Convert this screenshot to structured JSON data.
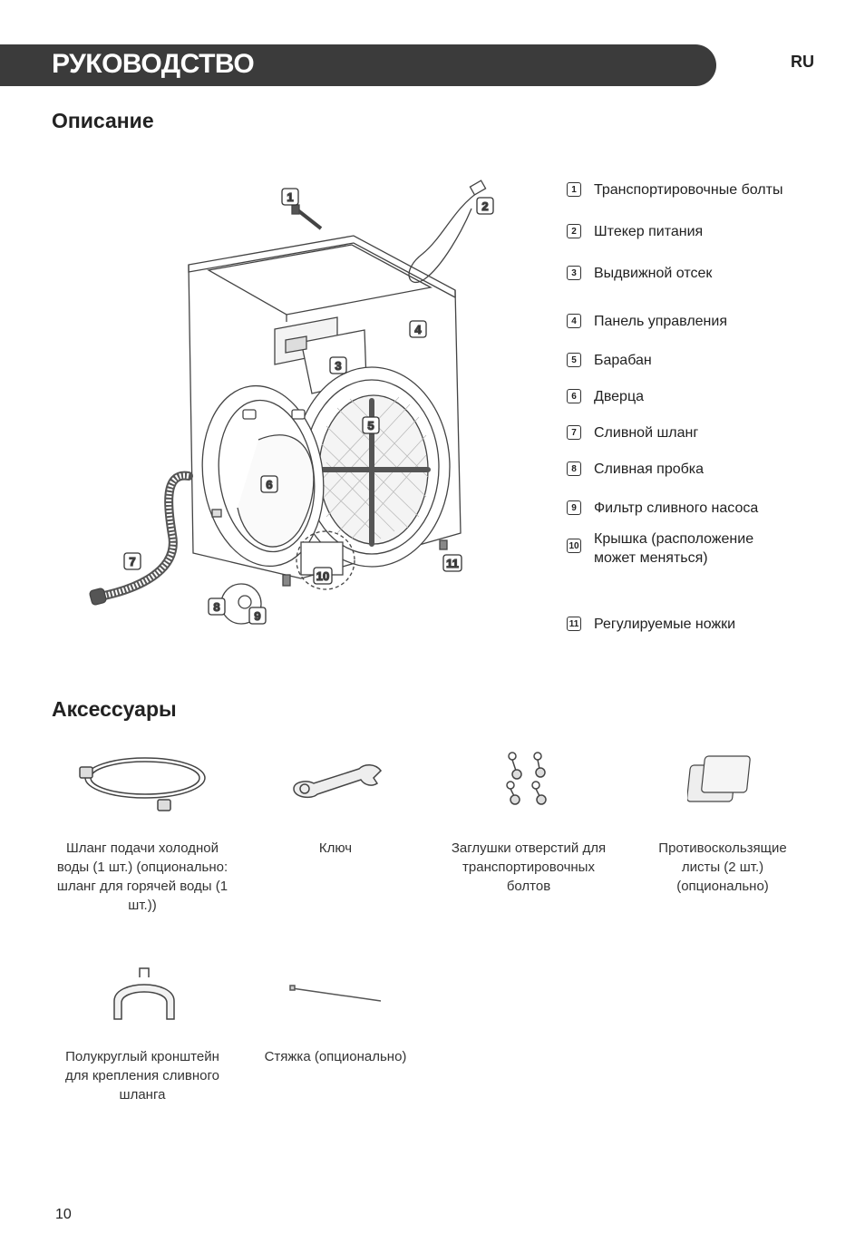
{
  "header": {
    "title": "РУКОВОДСТВО",
    "lang": "RU"
  },
  "sections": {
    "description": "Описание",
    "accessories": "Аксессуары"
  },
  "legend": [
    {
      "num": "1",
      "text": "Транспортировочные болты"
    },
    {
      "num": "2",
      "text": "Штекер питания"
    },
    {
      "num": "3",
      "text": "Выдвижной отсек"
    },
    {
      "num": "4",
      "text": "Панель управления"
    },
    {
      "num": "5",
      "text": "Барабан"
    },
    {
      "num": "6",
      "text": "Дверца"
    },
    {
      "num": "7",
      "text": "Сливной шланг"
    },
    {
      "num": "8",
      "text": "Сливная пробка"
    },
    {
      "num": "9",
      "text": "Фильтр сливного насоса"
    },
    {
      "num": "10",
      "text": "Крышка (расположение может меняться)"
    },
    {
      "num": "11",
      "text": "Регулируемые ножки"
    }
  ],
  "accessories": [
    {
      "text": "Шланг подачи холодной воды (1 шт.) (опционально: шланг для горячей воды (1 шт.))",
      "icon": "inlet-hose-icon"
    },
    {
      "text": "Ключ",
      "icon": "spanner-icon"
    },
    {
      "text": "Заглушки отверстий для транспортировочных болтов",
      "icon": "hole-caps-icon"
    },
    {
      "text": "Противоскользящие листы (2 шт.) (опционально)",
      "icon": "anti-slip-sheets-icon"
    },
    {
      "text": "Полукруглый кронштейн для крепления сливного шланга",
      "icon": "elbow-bracket-icon"
    },
    {
      "text": "Стяжка (опционально)",
      "icon": "cable-tie-icon"
    }
  ],
  "page_number": "10"
}
